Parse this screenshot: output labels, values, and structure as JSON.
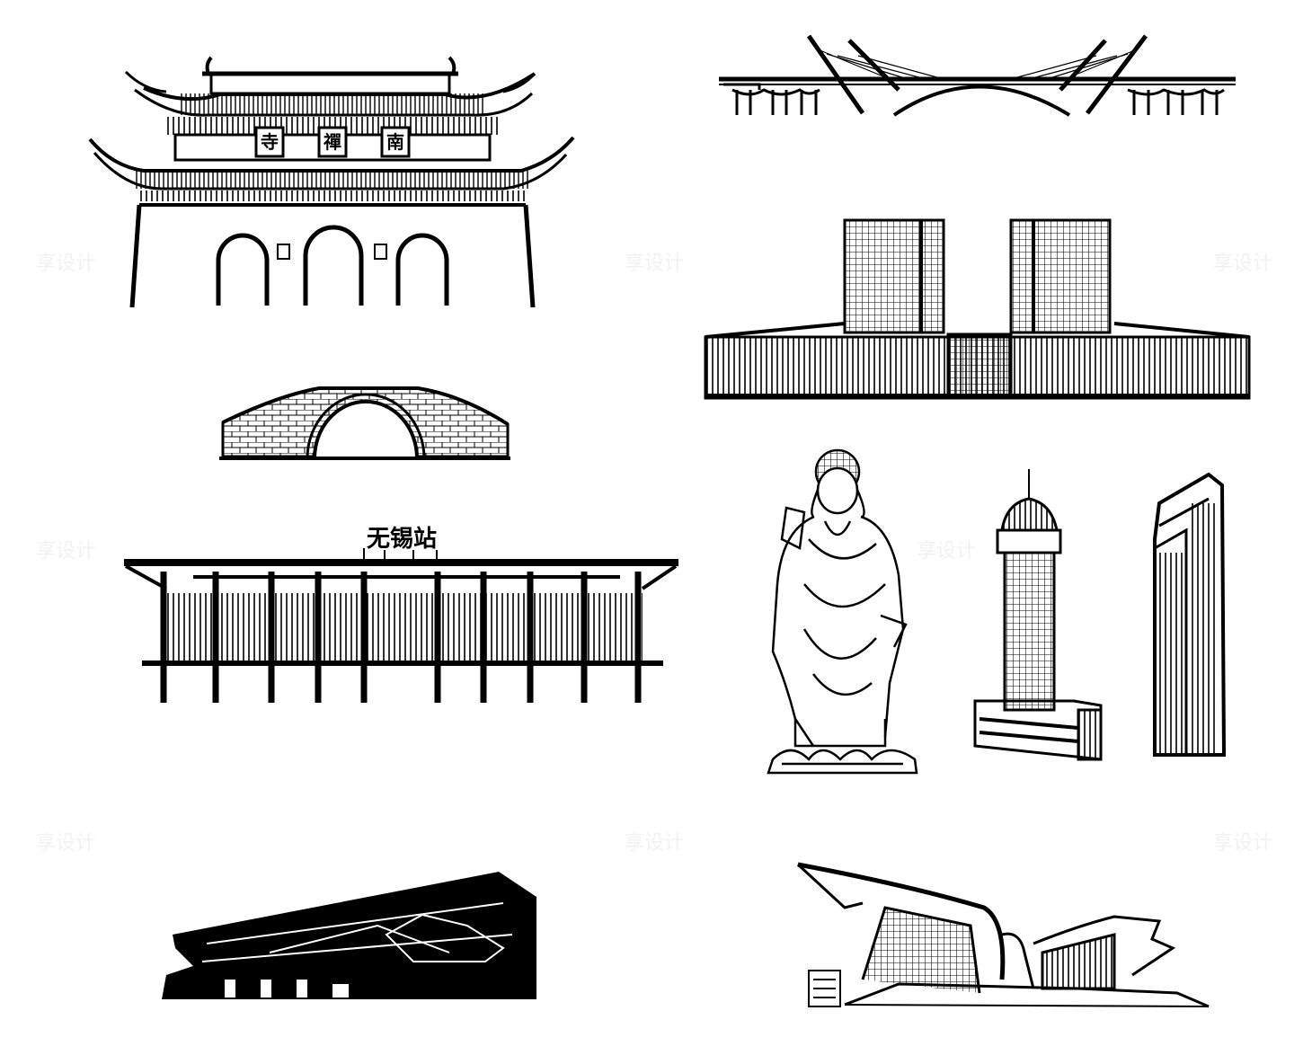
{
  "landmarks": {
    "temple_gate": {
      "plaques": [
        "寺",
        "禪",
        "南"
      ]
    },
    "railway_station": {
      "sign": "无锡站"
    }
  },
  "watermark": {
    "text": "享设计"
  },
  "colors": {
    "ink": "#000000",
    "paper": "#ffffff"
  }
}
